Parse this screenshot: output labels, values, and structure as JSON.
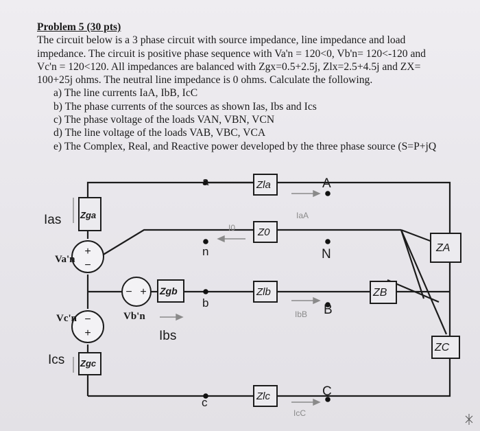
{
  "problem": {
    "title": "Problem 5 (30 pts)",
    "lines": [
      "The circuit below is a 3 phase circuit with source impedance, line impedance and load",
      "impedance. The circuit is positive phase sequence with Va'n = 120<0, Vb'n= 120<-120 and",
      "Vc'n = 120<120.  All impedances are balanced with Zgx=0.5+2.5j, Zlx=2.5+4.5j and ZX=",
      "100+25j ohms.  The neutral line impedance is 0 ohms.  Calculate the following."
    ],
    "parts": [
      "a)  The line currents IaA, IbB, IcC",
      "b)  The phase currents of the sources as shown Ias, Ibs and Ics",
      "c)  The phase voltage of the loads VAN, VBN, VCN",
      "d)  The line voltage of the loads VAB, VBC, VCA",
      "e)  The Complex, Real, and Reactive power developed by the three phase source (S=P+jQ"
    ]
  },
  "circuit": {
    "node_a": "a",
    "node_n": "n",
    "node_b": "b",
    "node_c": "c",
    "node_A": "A",
    "node_N": "N",
    "node_B": "B",
    "node_C": "C",
    "z_la": "Zla",
    "z_lb": "Zlb",
    "z_lc": "Zlc",
    "z_0": "Z0",
    "z_A": "ZA",
    "z_B": "ZB",
    "z_C": "ZC",
    "z_ga": "Zga",
    "z_gb": "Zgb",
    "z_gc": "Zgc",
    "v_an": "Va'n",
    "v_bn": "Vb'n",
    "v_cn": "Vc'n",
    "i_as": "Ias",
    "i_bs": "Ibs",
    "i_cs": "Ics",
    "i_0": "I0",
    "i_aA": "IaA",
    "i_bB": "IbB",
    "i_cC": "IcC",
    "plus": "+",
    "minus": "−"
  }
}
